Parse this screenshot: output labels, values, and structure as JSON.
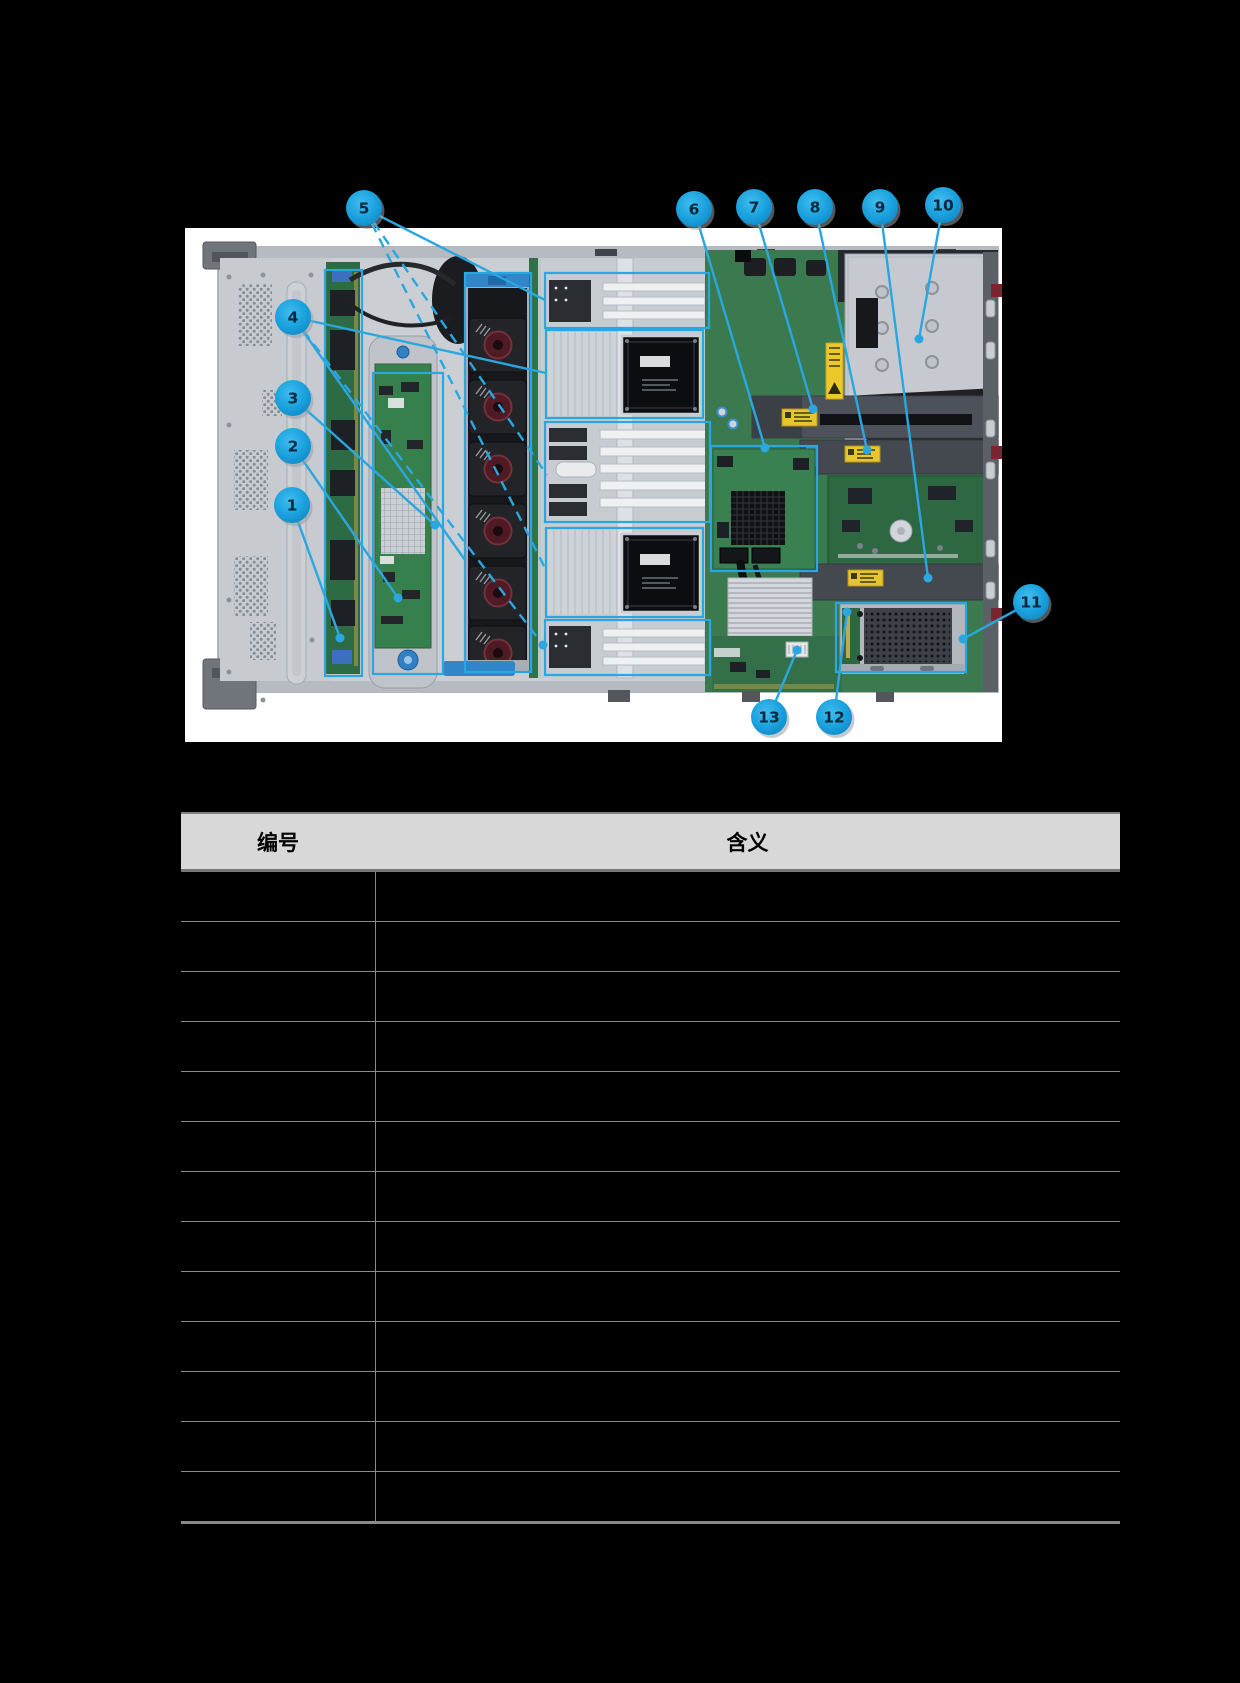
{
  "page": {
    "background_color": "#000000"
  },
  "figure": {
    "description": "Server chassis internal top view photograph with numbered component callouts",
    "accent_color": "#2aa7e0",
    "callouts": [
      {
        "label": "1"
      },
      {
        "label": "2"
      },
      {
        "label": "3"
      },
      {
        "label": "4"
      },
      {
        "label": "5"
      },
      {
        "label": "6"
      },
      {
        "label": "7"
      },
      {
        "label": "8"
      },
      {
        "label": "9"
      },
      {
        "label": "10"
      },
      {
        "label": "11"
      },
      {
        "label": "12"
      },
      {
        "label": "13"
      }
    ]
  },
  "table": {
    "header": {
      "number": "编号",
      "meaning": "含义"
    },
    "header_bg": "#d8d8d8",
    "border_color": "#8a8a8a",
    "rows": [
      {
        "number": "",
        "meaning": ""
      },
      {
        "number": "",
        "meaning": ""
      },
      {
        "number": "",
        "meaning": ""
      },
      {
        "number": "",
        "meaning": ""
      },
      {
        "number": "",
        "meaning": ""
      },
      {
        "number": "",
        "meaning": ""
      },
      {
        "number": "",
        "meaning": ""
      },
      {
        "number": "",
        "meaning": ""
      },
      {
        "number": "",
        "meaning": ""
      },
      {
        "number": "",
        "meaning": ""
      },
      {
        "number": "",
        "meaning": ""
      },
      {
        "number": "",
        "meaning": ""
      },
      {
        "number": "",
        "meaning": ""
      }
    ]
  }
}
